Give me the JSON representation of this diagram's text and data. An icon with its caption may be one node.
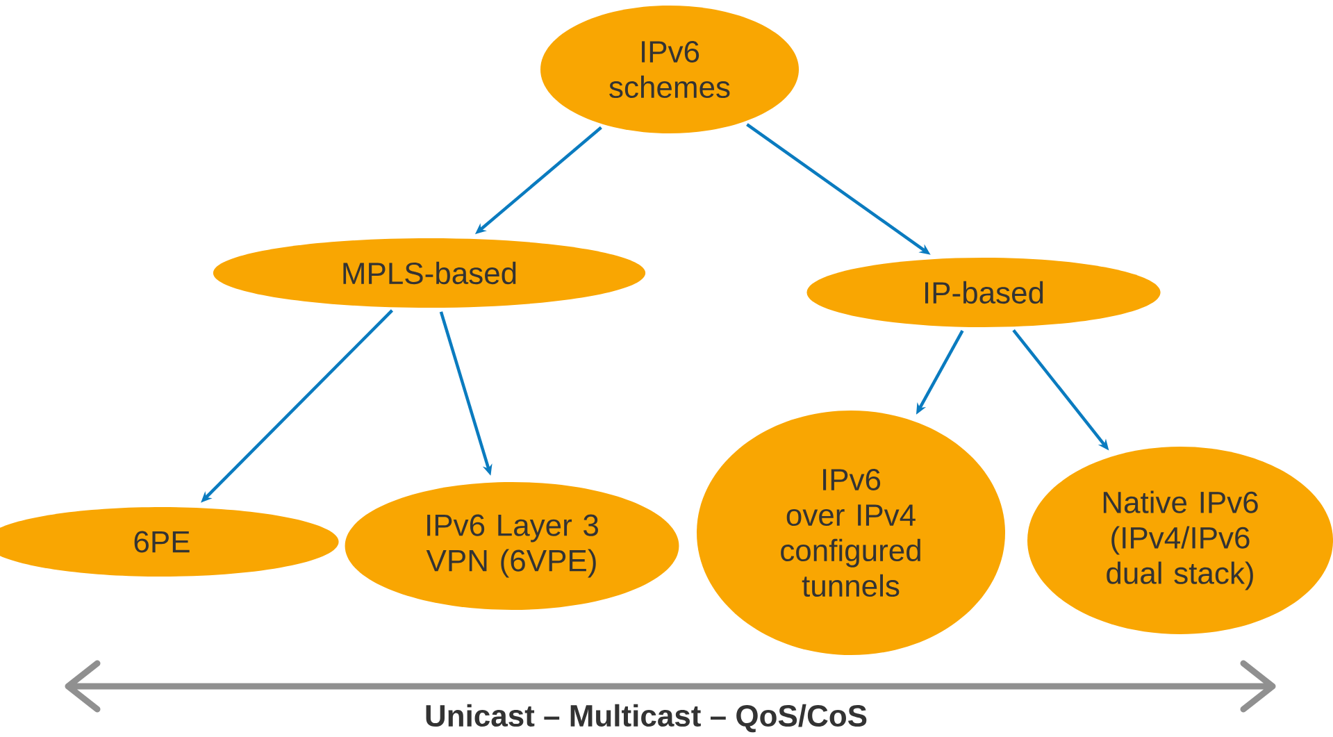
{
  "diagram": {
    "nodes": [
      {
        "text": [
          "IPv6 schemes"
        ]
      },
      {
        "text": [
          "MPLS-based"
        ]
      },
      {
        "text": [
          "IP-based"
        ]
      },
      {
        "text": [
          "6PE"
        ]
      },
      {
        "text": [
          "IPv6 Layer 3 VPN (6VPE)"
        ]
      },
      {
        "text": [
          "IPv6 over IPv4 configured tunnels"
        ]
      },
      {
        "text": [
          "Native IPv6 (IPv4/IPv6 dual stack)"
        ]
      }
    ],
    "edges": [
      {
        "from": 0,
        "to": 1,
        "arrow": "to"
      },
      {
        "from": 0,
        "to": 2,
        "arrow": "to"
      },
      {
        "from": 1,
        "to": 3,
        "arrow": "to"
      },
      {
        "from": 1,
        "to": 4,
        "arrow": "to"
      },
      {
        "from": 2,
        "to": 5,
        "arrow": "to"
      },
      {
        "from": 2,
        "to": 6,
        "arrow": "to"
      }
    ],
    "labels": [
      "Unicast – Multicast – QoS/CoS"
    ]
  }
}
